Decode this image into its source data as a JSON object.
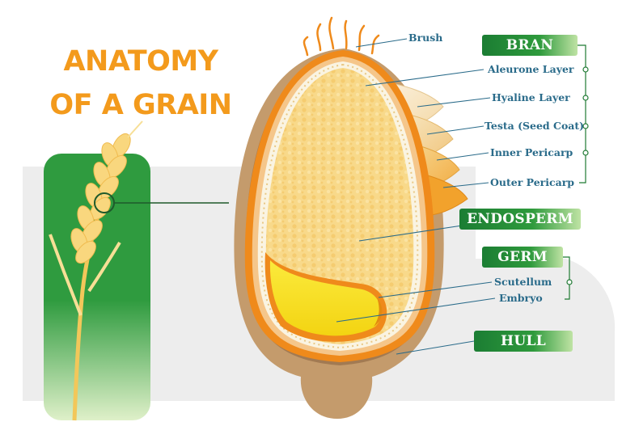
{
  "title": {
    "line1": "ANATOMY",
    "line2": "OF A GRAIN"
  },
  "sections": {
    "bran": "BRAN",
    "endosperm": "ENDOSPERM",
    "germ": "GERM",
    "hull": "HULL"
  },
  "labels": {
    "brush": "Brush",
    "aleurone": "Aleurone Layer",
    "hyaline": "Hyaline Layer",
    "testa": "Testa (Seed Coat)",
    "inner_pericarp": "Inner Pericarp",
    "outer_pericarp": "Outer Pericarp",
    "scutellum": "Scutellum",
    "embryo": "Embryo"
  },
  "colors": {
    "title": "#f39a1c",
    "badge_green": "#2e9a3c",
    "label_blue": "#2a6b8a",
    "hull_brown": "#c49b6c",
    "endosperm": "#f8d98a",
    "germ": "#f5e020"
  }
}
